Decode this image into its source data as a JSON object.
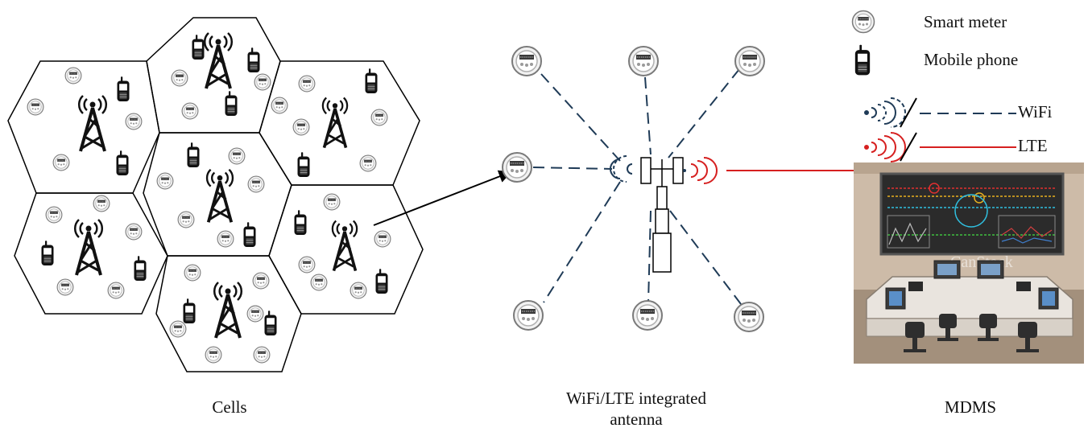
{
  "legend": {
    "smart_meter_label": "Smart meter",
    "mobile_phone_label": "Mobile phone",
    "wifi_label": "WiFi",
    "lte_label": "LTE"
  },
  "captions": {
    "cells": "Cells",
    "antenna_line1": "WiFi/LTE integrated",
    "antenna_line2": "antenna",
    "mdms": "MDMS"
  },
  "mdms_image": {
    "watermark": "CanStock"
  },
  "colors": {
    "wifi": "#1f3b57",
    "lte": "#d62020",
    "outline": "#000000",
    "control_room_bg": "#c9b8a6",
    "monitor_bg": "#2b2b2b"
  }
}
